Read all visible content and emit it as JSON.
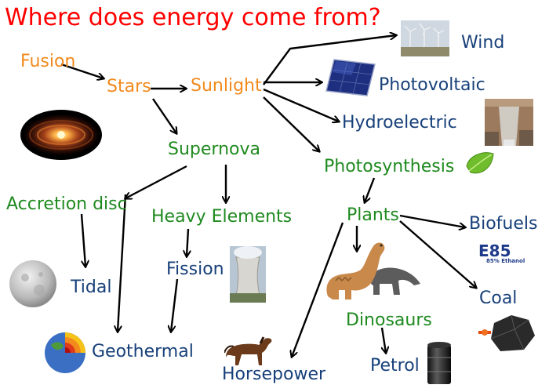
{
  "title": "Where does energy come from?",
  "nodes": {
    "fusion": "Fusion",
    "stars": "Stars",
    "sunlight": "Sunlight",
    "supernova": "Supernova",
    "accretion_disc": "Accretion disc",
    "heavy_elements": "Heavy Elements",
    "fission": "Fission",
    "tidal": "Tidal",
    "geothermal": "Geothermal",
    "wind": "Wind",
    "photovoltaic": "Photovoltaic",
    "hydroelectric": "Hydroelectric",
    "photosynthesis": "Photosynthesis",
    "plants": "Plants",
    "biofuels": "Biofuels",
    "coal": "Coal",
    "dinosaurs": "Dinosaurs",
    "petrol": "Petrol",
    "horsepower": "Horsepower"
  },
  "e85_logo": {
    "big": "E85",
    "small": "85% Ethanol"
  },
  "colors": {
    "title": "#ff0000",
    "source": "#f28a1c",
    "intermediate": "#1f8a1f",
    "energy_form": "#17407a",
    "arrow": "#000000"
  },
  "icons": [
    "galaxy-icon",
    "wind-turbines-icon",
    "solar-panel-icon",
    "dam-icon",
    "leaf-icon",
    "moon-icon",
    "earth-cutaway-icon",
    "cooling-tower-icon",
    "dinosaur-icon",
    "horse-icon",
    "oil-barrel-icon",
    "coal-icon",
    "e85-logo-icon"
  ]
}
